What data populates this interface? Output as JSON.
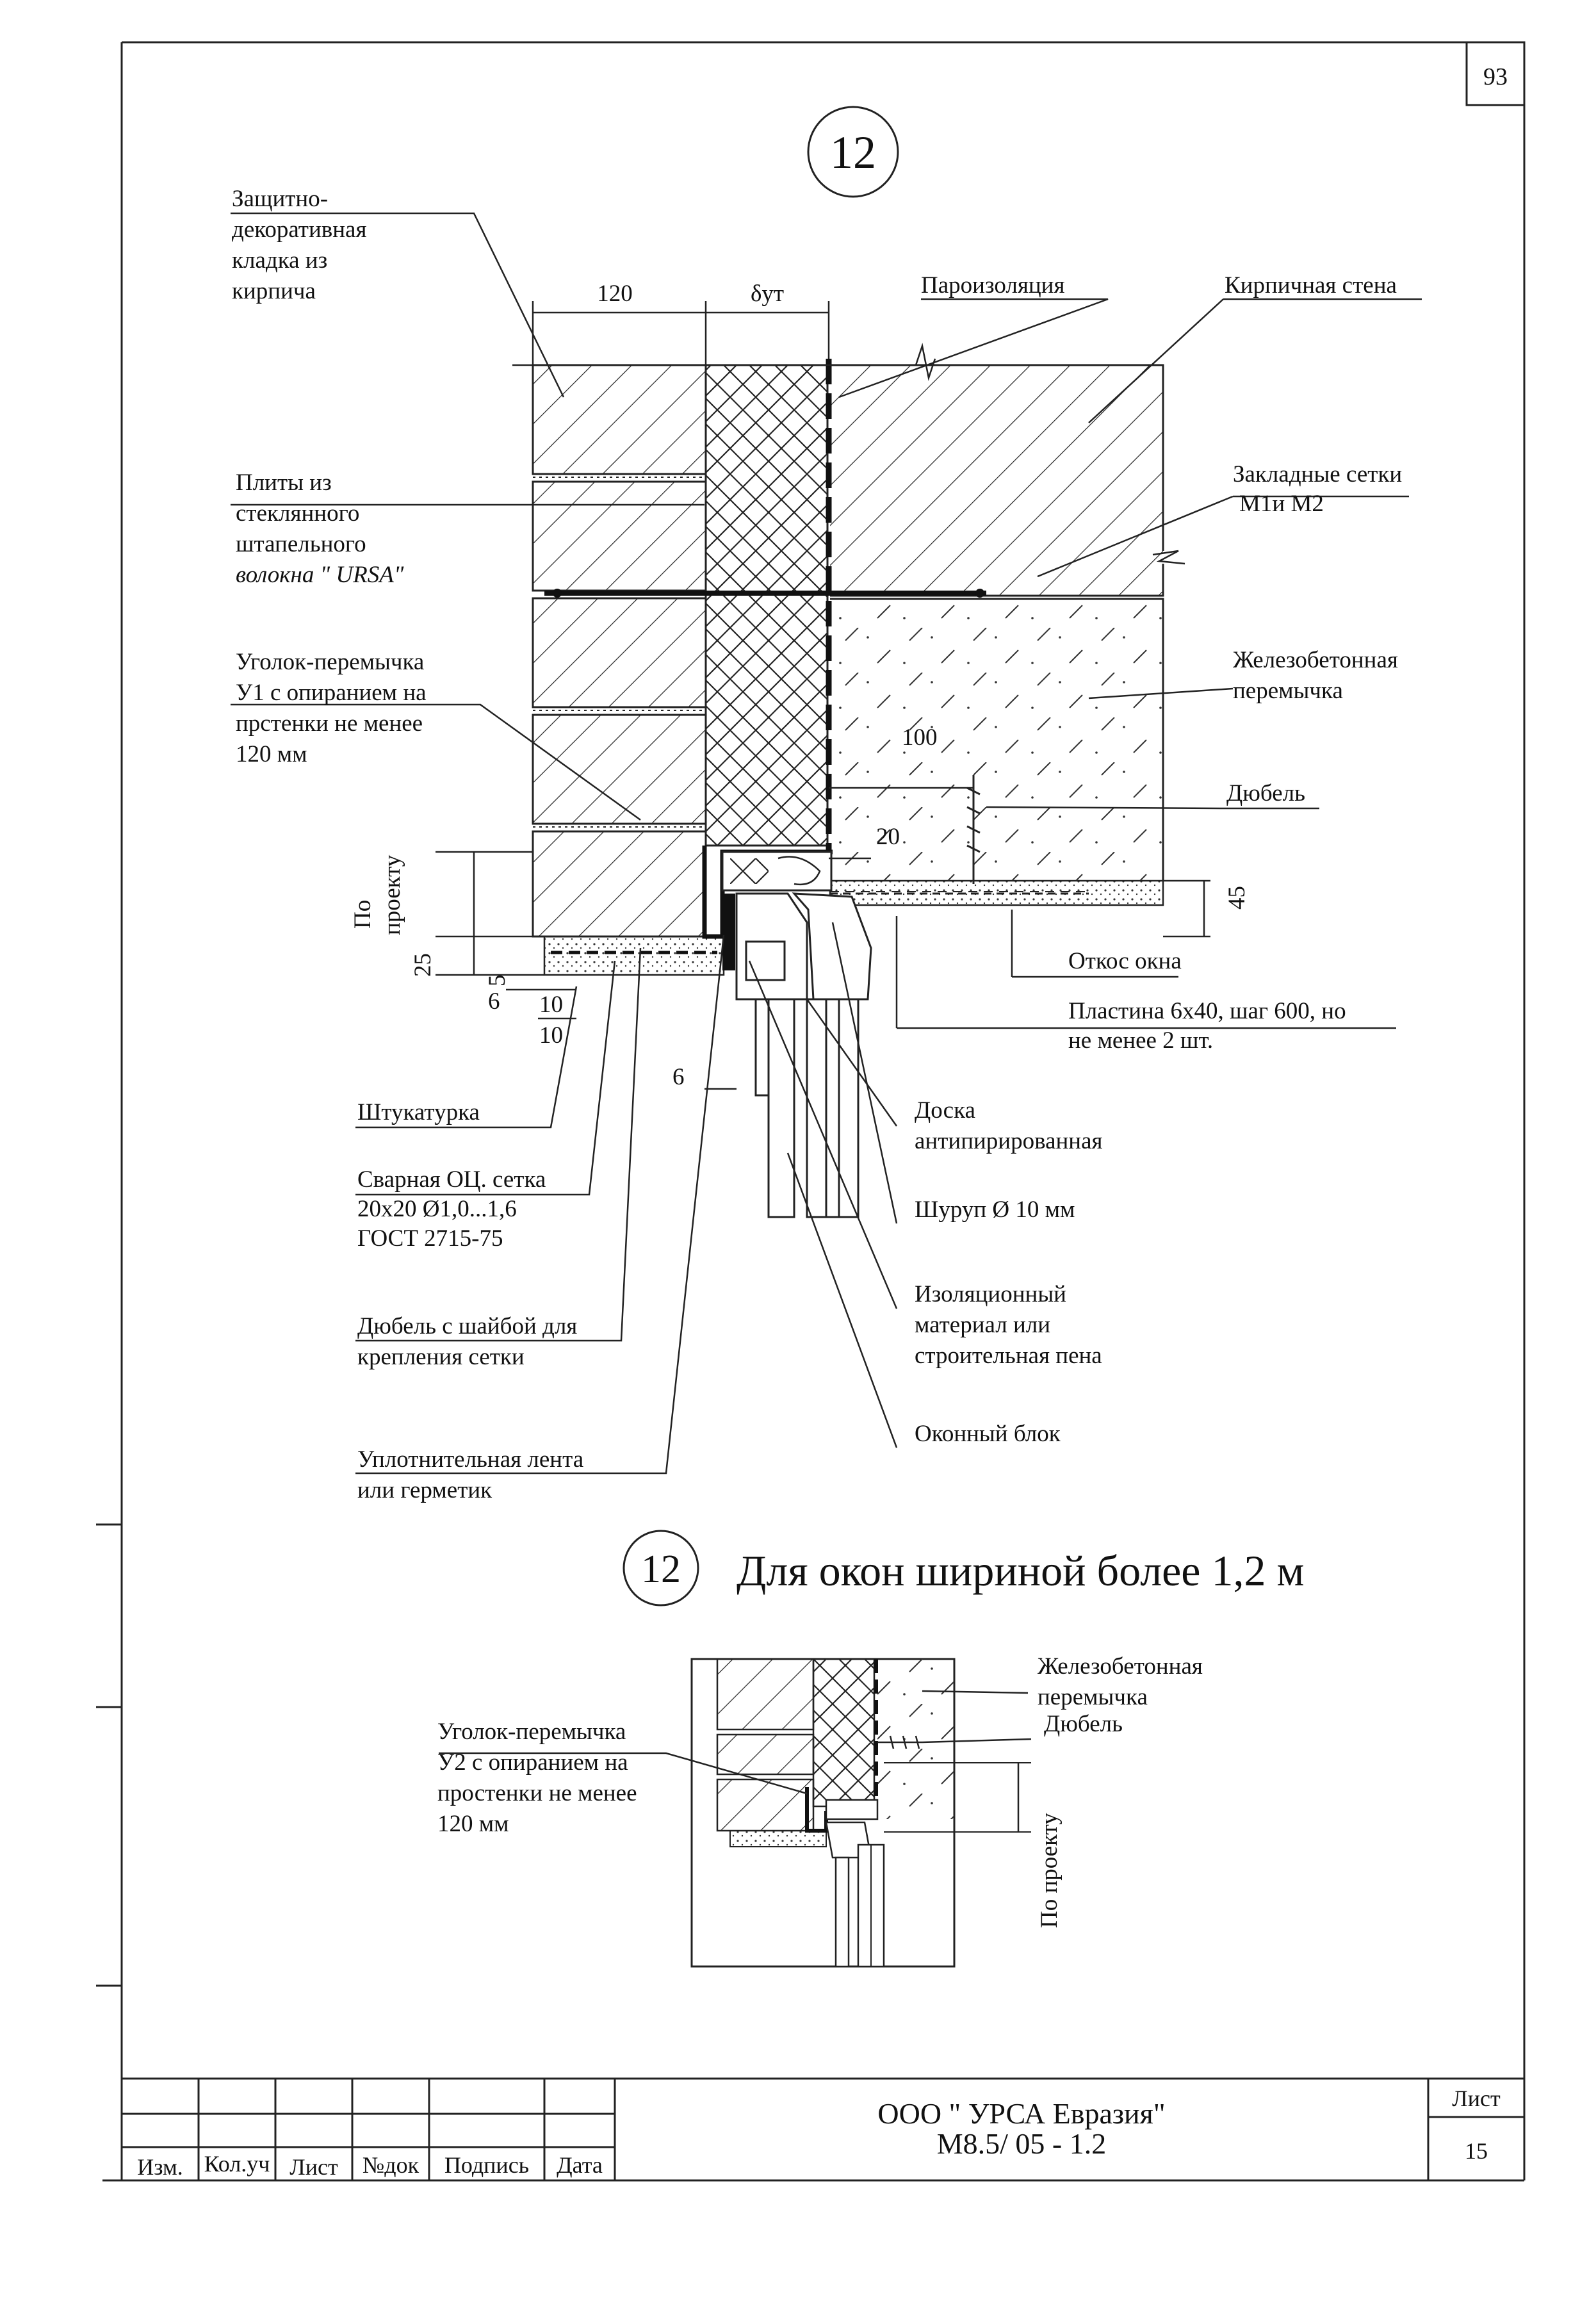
{
  "sheet_corner_number": "93",
  "detail_marker": "12",
  "top_labels": {
    "brick_cladding": [
      "Защитно-",
      "декоративная",
      "кладка из",
      "кирпича"
    ],
    "dim_120": "120",
    "dim_delta": "δут",
    "vapor_barrier": "Пароизоляция",
    "brick_wall": "Кирпичная стена",
    "ursa_plates": [
      "Плиты из",
      "стеклянного",
      "штапельного",
      "волокна \" URSA\""
    ],
    "embedded_mesh": [
      "Закладные сетки",
      "М1и М2"
    ],
    "angle_lintel_u1": [
      "Уголок-перемычка",
      "У1 с опиранием на",
      "прстенки  не менее",
      "120 мм"
    ],
    "rc_lintel": [
      "Железобетонная",
      "перемычка"
    ],
    "dim_100": "100",
    "dowel": "Дюбель",
    "dim_20": "20",
    "dim_45": "45",
    "by_project_vertical": [
      "По",
      "проекту"
    ],
    "dim_25": "25",
    "dim_5": "5",
    "dim_6a": "6",
    "dim_10a": "10",
    "dim_10b": "10",
    "dim_6b": "6",
    "window_slope": "Откос окна",
    "plate": [
      "Пластина 6х40, шаг 600, но",
      "не менее 2 шт."
    ],
    "plaster": "Штукатурка",
    "welded_mesh": [
      "Сварная ОЦ. сетка",
      "20х20 Ø1,0...1,6",
      "ГОСТ 2715-75"
    ],
    "board": [
      "Доска",
      "антипирированная"
    ],
    "screw": "Шуруп Ø 10 мм",
    "dowel_washer": [
      "Дюбель с шайбой для",
      "крепления сетки"
    ],
    "insulation": [
      "Изоляционный",
      "материал или",
      "строительная пена"
    ],
    "sealing_tape": [
      "Уплотнительная лента",
      "или герметик"
    ],
    "window_block": "Оконный блок"
  },
  "section_title": {
    "marker": "12",
    "text": "Для окон шириной более 1,2 м"
  },
  "bottom_labels": {
    "rc_lintel": [
      "Железобетонная",
      "перемычка"
    ],
    "dowel": "Дюбель",
    "angle_lintel_u2": [
      "Уголок-перемычка",
      "У2 с опиранием на",
      "простенки не менее",
      "120 мм"
    ],
    "by_project": "По проекту"
  },
  "title_block": {
    "columns": [
      "Изм.",
      "Кол.уч",
      "Лист",
      "№док",
      "Подпись",
      "Дата"
    ],
    "company": "ООО \" УРСА Евразия\"",
    "code": "М8.5/ 05 - 1.2",
    "sheet_label": "Лист",
    "sheet_number": "15"
  }
}
